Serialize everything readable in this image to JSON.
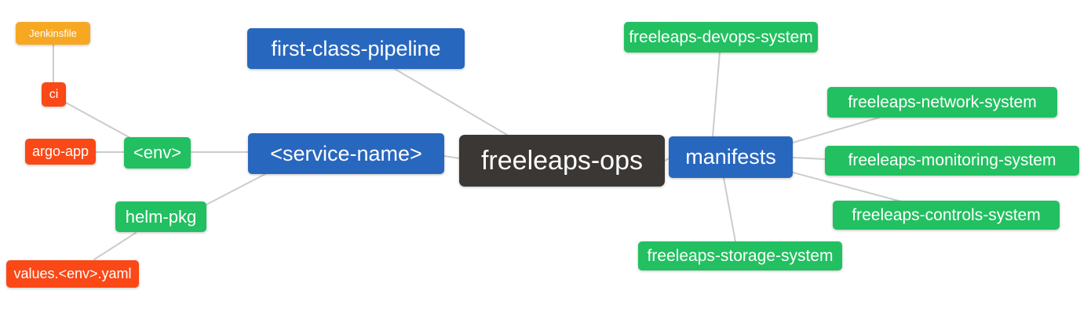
{
  "diagram_type": "mindmap",
  "colors": {
    "canvas": "#ffffff",
    "text": "#ffffff",
    "edge": "#cccccc",
    "root": "#3b3734",
    "blue": "#2867be",
    "green": "#22c060",
    "red": "#fa4817",
    "amber": "#f7a823"
  },
  "nodes": {
    "freeleaps_ops": {
      "label": "freeleaps-ops",
      "level": "root"
    },
    "first_class_pipeline": {
      "label": "first-class-pipeline",
      "level": "branch"
    },
    "service_name": {
      "label": "<service-name>",
      "level": "branch"
    },
    "manifests": {
      "label": "manifests",
      "level": "branch"
    },
    "env": {
      "label": "<env>",
      "level": "leaf"
    },
    "helm_pkg": {
      "label": "helm-pkg",
      "level": "leaf"
    },
    "ci": {
      "label": "ci",
      "level": "leaf"
    },
    "argo_app": {
      "label": "argo-app",
      "level": "leaf"
    },
    "jenkinsfile": {
      "label": "Jenkinsfile",
      "level": "leaf"
    },
    "values_env_yaml": {
      "label": "values.<env>.yaml",
      "level": "leaf"
    },
    "devops_system": {
      "label": "freeleaps-devops-system",
      "level": "leaf"
    },
    "network_system": {
      "label": "freeleaps-network-system",
      "level": "leaf"
    },
    "monitoring_system": {
      "label": "freeleaps-monitoring-system",
      "level": "leaf"
    },
    "controls_system": {
      "label": "freeleaps-controls-system",
      "level": "leaf"
    },
    "storage_system": {
      "label": "freeleaps-storage-system",
      "level": "leaf"
    }
  },
  "edges": [
    [
      "jenkinsfile",
      "ci"
    ],
    [
      "ci",
      "env"
    ],
    [
      "argo_app",
      "env"
    ],
    [
      "env",
      "service_name"
    ],
    [
      "helm_pkg",
      "service_name"
    ],
    [
      "values_env_yaml",
      "helm_pkg"
    ],
    [
      "first_class_pipeline",
      "freeleaps_ops"
    ],
    [
      "service_name",
      "freeleaps_ops"
    ],
    [
      "freeleaps_ops",
      "manifests"
    ],
    [
      "manifests",
      "devops_system"
    ],
    [
      "manifests",
      "network_system"
    ],
    [
      "manifests",
      "monitoring_system"
    ],
    [
      "manifests",
      "controls_system"
    ],
    [
      "manifests",
      "storage_system"
    ]
  ]
}
